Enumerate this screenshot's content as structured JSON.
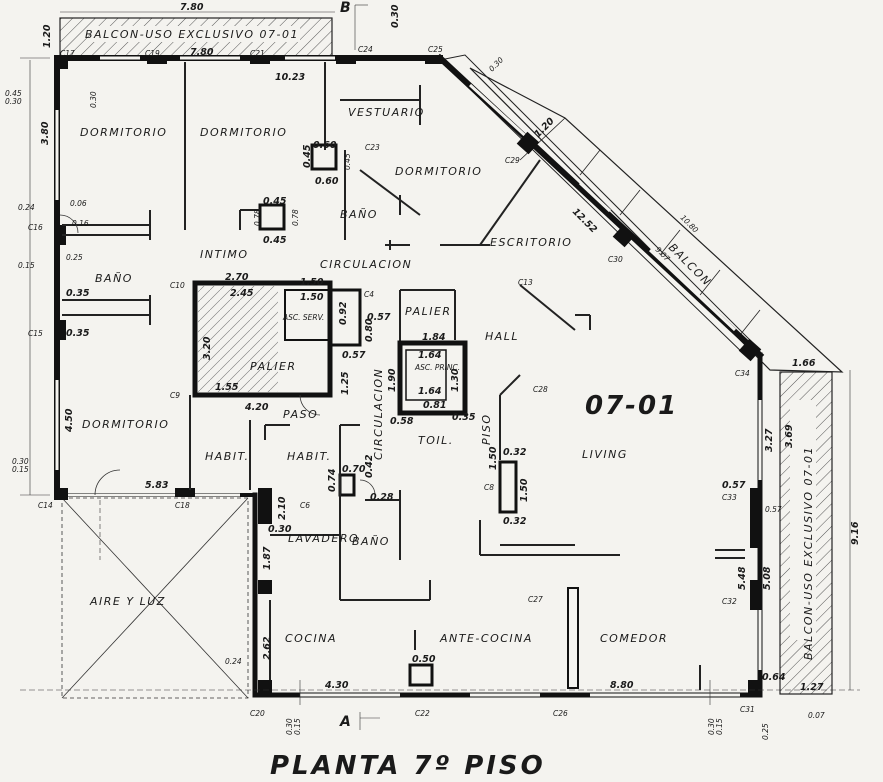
{
  "title": "PLANTA 7º PISO",
  "unit": "07-01",
  "section_marks": {
    "top": "B",
    "bottom": "A"
  },
  "rooms": {
    "balcon_top": "BALCON-USO EXCLUSIVO 07-01",
    "dorm1": "DORMITORIO",
    "dorm2": "DORMITORIO",
    "dorm3": "DORMITORIO",
    "dorm4": "DORMITORIO",
    "vestuario": "VESTUARIO",
    "bano1": "BAÑO",
    "bano2": "BAÑO",
    "bano3": "BAÑO",
    "intimo": "INTIMO",
    "circulacion1": "CIRCULACION",
    "circulacion2": "CIRCULACION",
    "escritorio": "ESCRITORIO",
    "balcon_diag": "BALCON",
    "palier1": "PALIER",
    "palier2": "PALIER",
    "asc_serv": "ASC. SERV.",
    "asc_princ": "ASC. PRINC.",
    "hall": "HALL",
    "toil": "TOIL.",
    "paso": "PASO",
    "habit1": "HABIT.",
    "habit2": "HABIT.",
    "living": "LIVING",
    "lavadero": "LAVADERO",
    "aire_luz": "AIRE Y LUZ",
    "cocina": "COCINA",
    "antecocina": "ANTE-COCINA",
    "comedor": "COMEDOR",
    "balcon_right": "BALCON-USO EXCLUSIVO 07-01",
    "piso": "PISO"
  },
  "dims": {
    "d780a": "7.80",
    "d780b": "7.80",
    "d120a": "1.20",
    "d030a": "0.30",
    "d1023": "10.23",
    "d380": "3.80",
    "d030b": "0.30",
    "d045a": "0.45",
    "d030c": "0.30",
    "d060": "0.60",
    "d045b": "0.45",
    "d060b": "0.60",
    "d045c": "0.45",
    "d045d": "0.45",
    "d078a": "0.78",
    "d078b": "0.78",
    "d045e": "0.45",
    "d120b": "1.20",
    "d030d": "0.30",
    "d1252": "12.52",
    "d1080": "10.80",
    "d907": "9.07",
    "d024a": "0.24",
    "d006": "0.06",
    "d016": "0.16",
    "d025": "0.25",
    "d015a": "0.15",
    "d035a": "0.35",
    "d035b": "0.35",
    "d270": "2.70",
    "d150a": "1.50",
    "d245": "2.45",
    "d150b": "1.50",
    "d057a": "0.57",
    "d092": "0.92",
    "d080": "0.80",
    "d320": "3.20",
    "d155": "1.55",
    "d420": "4.20",
    "d057b": "0.57",
    "d125": "1.25",
    "d184": "1.84",
    "d164a": "1.64",
    "d130": "1.30",
    "d190": "1.90",
    "d164b": "1.64",
    "d081": "0.81",
    "d058": "0.58",
    "d035c": "0.35",
    "d450": "4.50",
    "d583": "5.83",
    "d030e": "0.30",
    "d015b": "0.15",
    "d150c": "1.50",
    "d032a": "0.32",
    "d150d": "1.50",
    "d032b": "0.32",
    "d166": "1.66",
    "d327": "3.27",
    "d369": "3.69",
    "d057c": "0.57",
    "d057d": "0.57",
    "d548": "5.48",
    "d508": "5.08",
    "d916": "9.16",
    "d074": "0.74",
    "d070": "0.70",
    "d042": "0.42",
    "d028": "0.28",
    "d210": "2.10",
    "d030f": "0.30",
    "d187": "1.87",
    "d262": "2.62",
    "d024b": "0.24",
    "d430": "4.30",
    "d050": "0.50",
    "d880": "8.80",
    "d064": "0.64",
    "d127": "1.27",
    "d030g": "0.30",
    "d015c": "0.15",
    "d007": "0.07",
    "d025b": "0.25",
    "d030h": "0.30",
    "d015d": "0.15"
  },
  "columns": {
    "c17": "C17",
    "c19": "C19",
    "c21": "C21",
    "c24": "C24",
    "c25": "C25",
    "c23": "C23",
    "c29": "C29",
    "c16": "C16",
    "c10": "C10",
    "c4": "C4",
    "c13": "C13",
    "c30": "C30",
    "c15": "C15",
    "c9": "C9",
    "c28": "C28",
    "c34": "C34",
    "c14": "C14",
    "c18": "C18",
    "c6": "C6",
    "c8": "C8",
    "c33": "C33",
    "c32": "C32",
    "c27": "C27",
    "c20": "C20",
    "c22": "C22",
    "c26": "C26",
    "c31": "C31"
  }
}
